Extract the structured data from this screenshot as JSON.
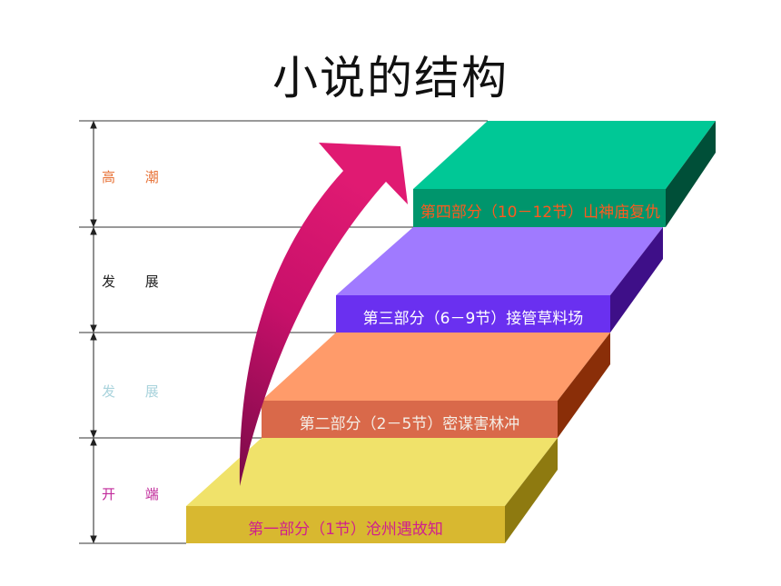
{
  "title": "小说的结构",
  "stages": [
    {
      "label": "高 潮",
      "color": "#e8743a"
    },
    {
      "label": "发 展",
      "color": "#222222"
    },
    {
      "label": "发 展",
      "color": "#a9d3dc"
    },
    {
      "label": "开 端",
      "color": "#c0289a"
    }
  ],
  "steps": [
    {
      "label": "第一部分（1节）沧州遇故知",
      "top_color": "#f0e26a",
      "front_color": "#d8b830",
      "side_color": "#8e7a10",
      "text_color": "#d0208c"
    },
    {
      "label": "第二部分（2－5节）密谋害林冲",
      "top_color": "#ff9b6a",
      "front_color": "#d9694a",
      "side_color": "#8a2e08",
      "text_color": "#f4eee6"
    },
    {
      "label": "第三部分（6－9节）接管草料场",
      "top_color": "#a07aff",
      "front_color": "#6a30f0",
      "side_color": "#3e0f88",
      "text_color": "#ffffff"
    },
    {
      "label": "第四部分（10－12节）山神庙复仇",
      "top_color": "#00c896",
      "front_color": "#00956c",
      "side_color": "#004f38",
      "text_color": "#ff5a1e"
    }
  ],
  "arrow_color": "#d0136a"
}
